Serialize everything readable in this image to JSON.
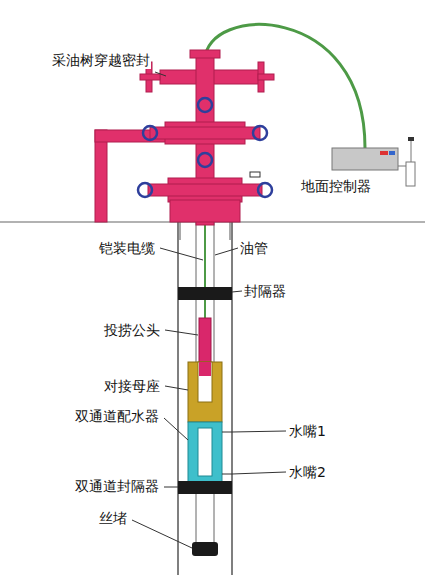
{
  "diagram": {
    "labels": [
      "采油树穿越密封",
      "地面控制器",
      "铠装电缆",
      "油管",
      "封隔器",
      "投捞公头",
      "对接母座",
      "双通道配水器",
      "水嘴1",
      "双通道封隔器",
      "水嘴2",
      "丝堵"
    ]
  }
}
